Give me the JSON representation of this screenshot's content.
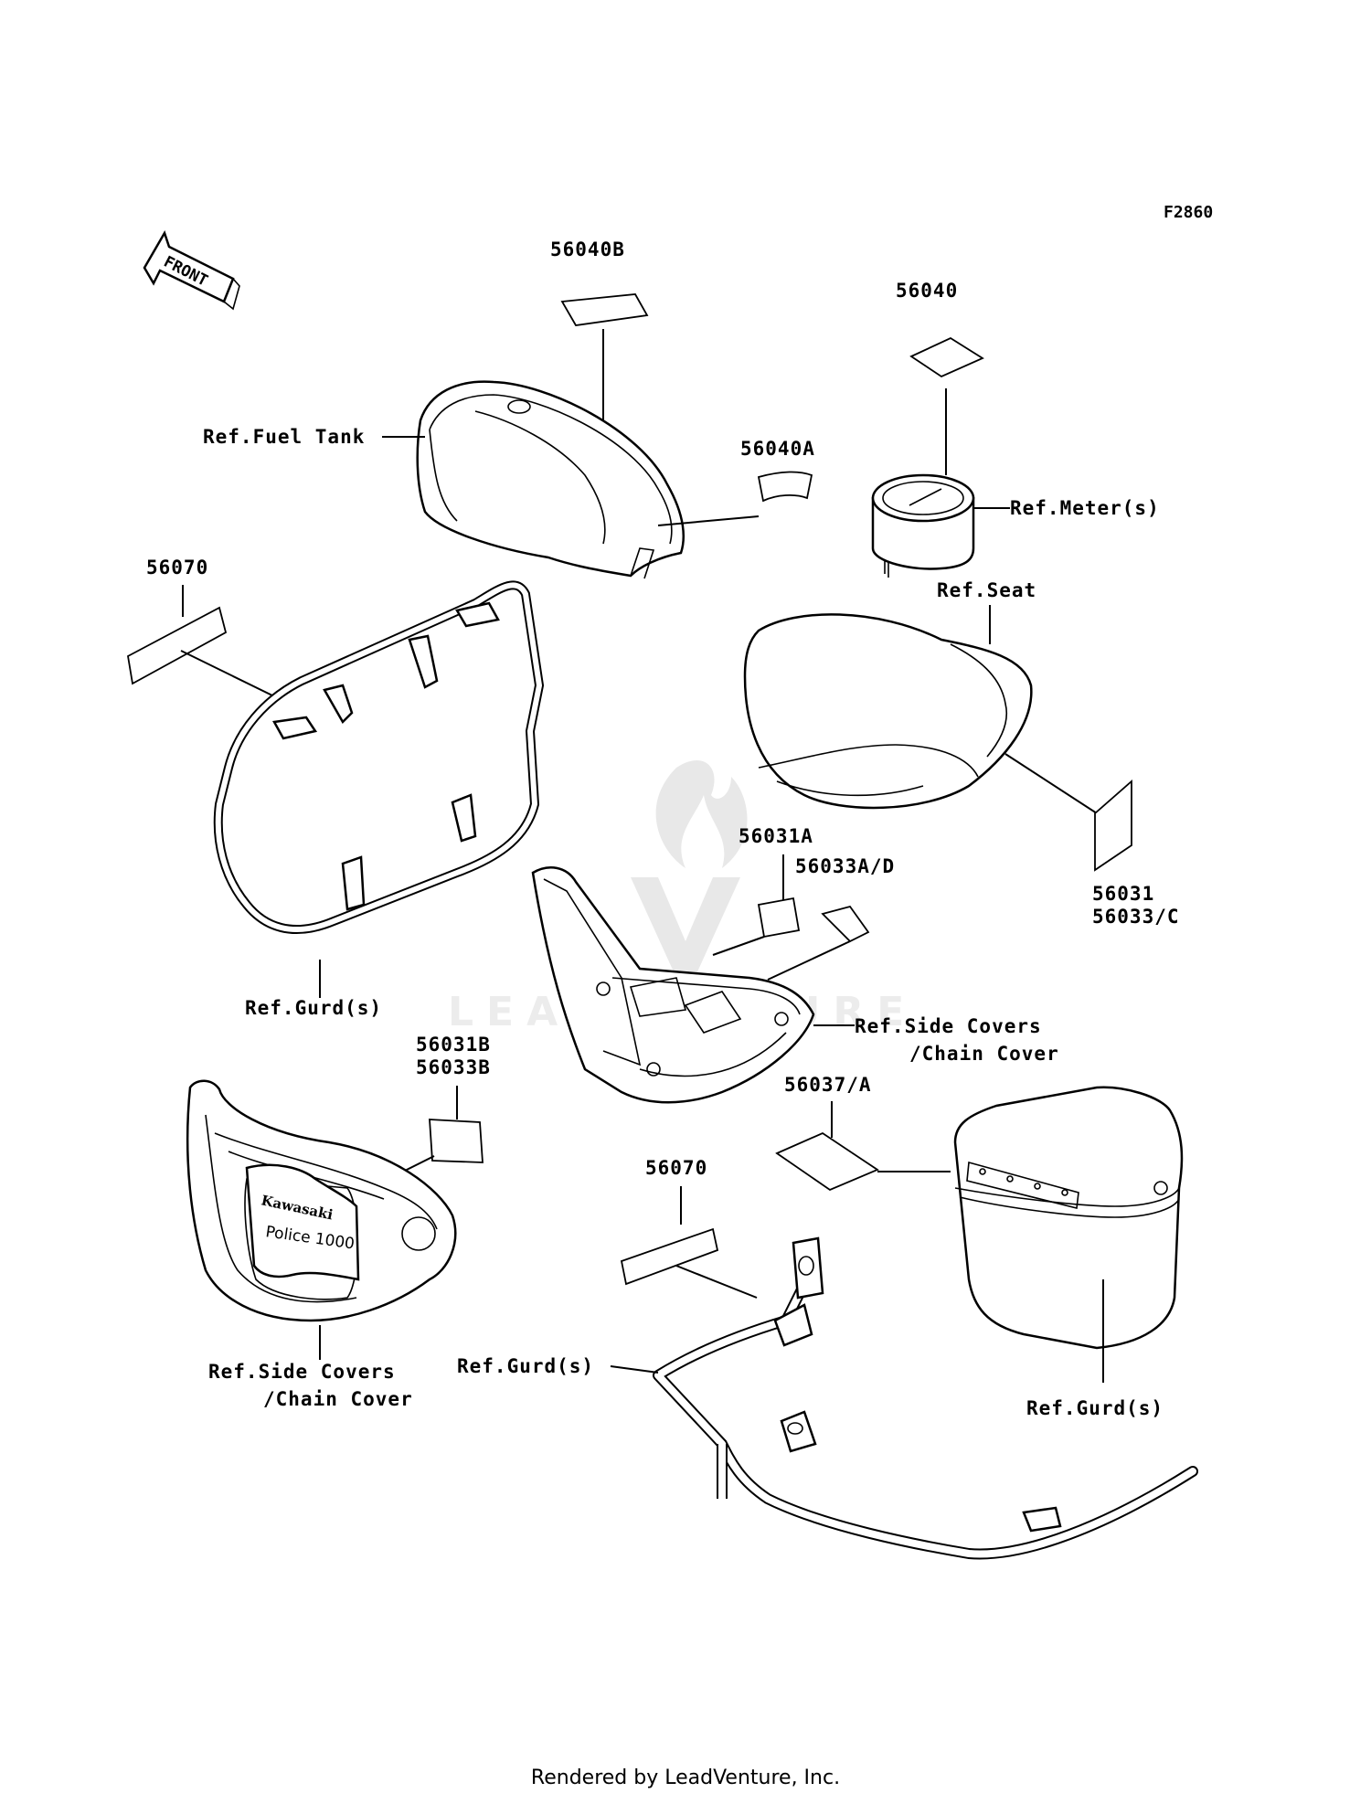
{
  "figure_code": "F2860",
  "front_arrow": {
    "text": "FRONT",
    "icon": "front-arrow-icon"
  },
  "labels": {
    "part_56040B": "56040B",
    "part_56040": "56040",
    "part_56040A": "56040A",
    "part_56070_upper": "56070",
    "part_56031A": "56031A",
    "part_56033AD": "56033A/D",
    "part_56031": "56031",
    "part_56033C": "56033/C",
    "part_56031B": "56031B",
    "part_56033B": "56033B",
    "part_56037A": "56037/A",
    "part_56070_lower": "56070",
    "ref_fuel_tank": "Ref.Fuel Tank",
    "ref_meter": "Ref.Meter(s)",
    "ref_seat": "Ref.Seat",
    "ref_gurd_upper": "Ref.Gurd(s)",
    "ref_side_covers_right_1": "Ref.Side Covers",
    "ref_side_covers_right_2": "/Chain Cover",
    "ref_side_covers_left_1": "Ref.Side Covers",
    "ref_side_covers_left_2": "/Chain Cover",
    "ref_gurd_lower_left": "Ref.Gurd(s)",
    "ref_gurd_lower_right": "Ref.Gurd(s)"
  },
  "emblem": {
    "brand": "Kawasaki",
    "model": "Police 1000"
  },
  "watermark": "LEADVENTURE",
  "footer": "Rendered by LeadVenture, Inc."
}
